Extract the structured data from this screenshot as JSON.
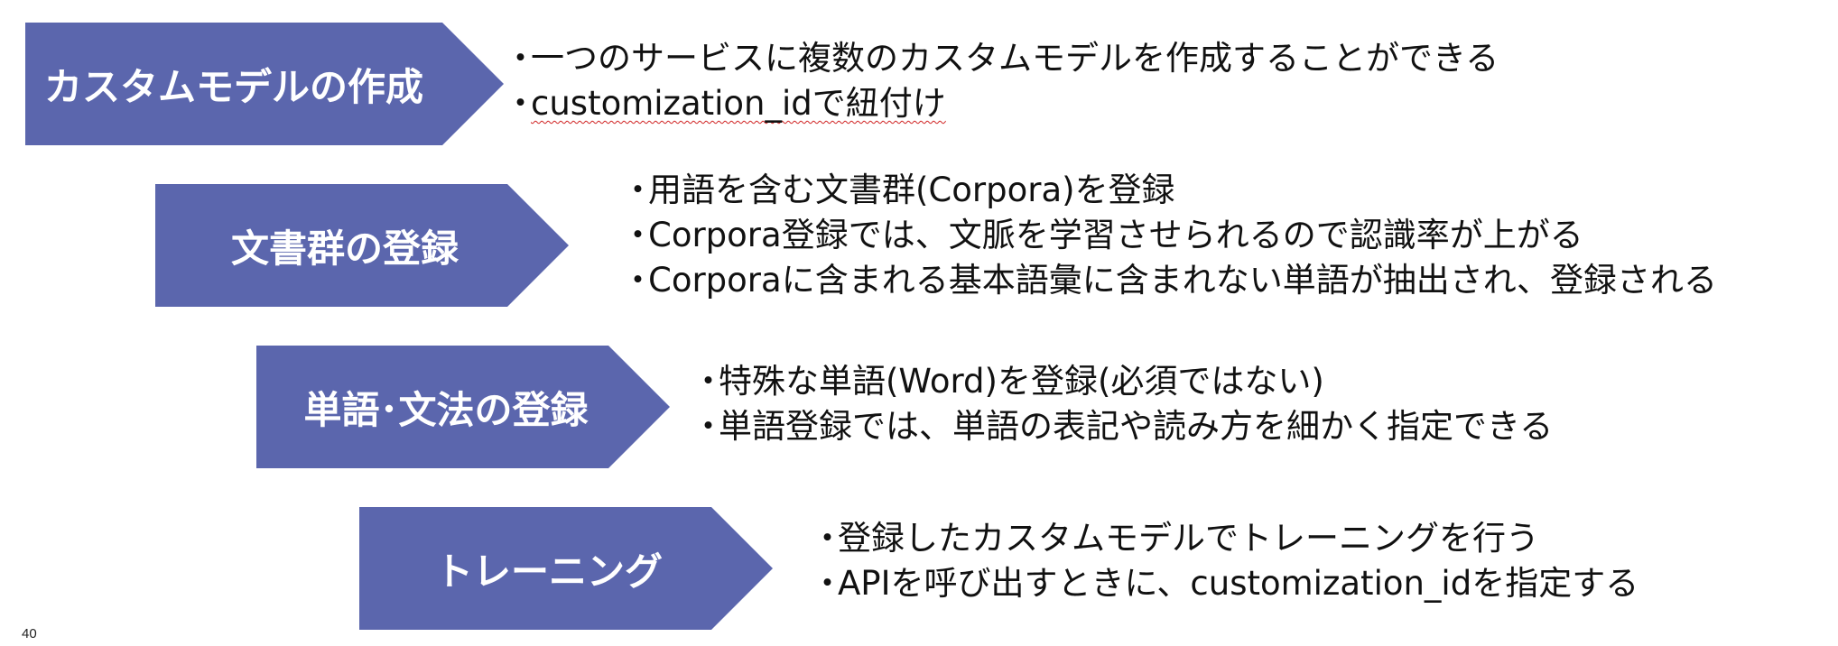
{
  "slide": {
    "page_number": "40",
    "accent_color": "#5b66ad",
    "bullet_marker": "・",
    "steps": [
      {
        "title": "カスタムモデルの作成",
        "bullets": [
          "一つのサービスに複数のカスタムモデルを作成することができる",
          "customization_idで紐付け"
        ]
      },
      {
        "title": "文書群の登録",
        "bullets": [
          "用語を含む文書群(Corpora)を登録",
          "Corpora登録では、文脈を学習させられるので認識率が上がる",
          "Corporaに含まれる基本語彙に含まれない単語が抽出され、登録される"
        ]
      },
      {
        "title": "単語･文法の登録",
        "bullets": [
          "特殊な単語(Word)を登録(必須ではない)",
          "単語登録では、単語の表記や読み方を細かく指定できる"
        ]
      },
      {
        "title": "トレーニング",
        "bullets": [
          "登録したカスタムモデルでトレーニングを行う",
          "APIを呼び出すときに、customization_idを指定する"
        ]
      }
    ]
  }
}
